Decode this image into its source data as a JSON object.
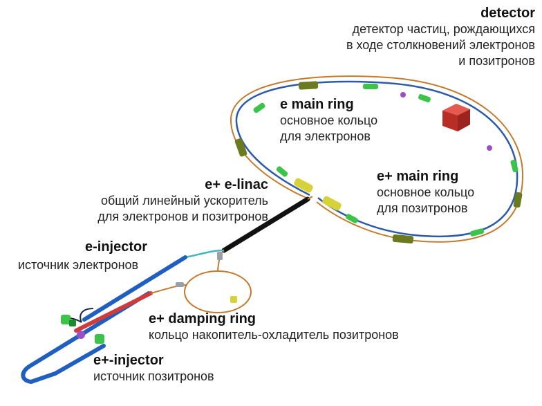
{
  "labels": {
    "detector": {
      "title": "detector",
      "lines": [
        "детектор частиц, рождающихся",
        "в ходе столкновений электронов",
        "и позитронов"
      ]
    },
    "e_main_ring": {
      "title": "e main ring",
      "lines": [
        "основное кольцо",
        "для электронов"
      ]
    },
    "ep_main_ring": {
      "title": "e+ main ring",
      "lines": [
        "основное кольцо",
        "для позитронов"
      ]
    },
    "linac": {
      "title": "e+ e-linac",
      "lines": [
        "общий линейный ускоритель",
        "для электронов и позитронов"
      ]
    },
    "e_injector": {
      "title": "e-injector",
      "lines": [
        "источник электронов"
      ]
    },
    "damping_ring": {
      "title": "e+ damping ring",
      "lines": [
        "кольцо накопитель-охладитель позитронов"
      ]
    },
    "ep_injector": {
      "title": "e+-injector",
      "lines": [
        "источник позитронов"
      ]
    }
  },
  "colors": {
    "electron_beam": "#2c5aa8",
    "positron_beam": "#c47a2c",
    "linac": "#111111",
    "injector_blue": "#1f5fbf",
    "injector_red": "#d03a3a",
    "cyan_line": "#3fb7c3",
    "magnet_green": "#3cc44a",
    "magnet_olive": "#6b7a1e",
    "rf_yellow": "#d8d23a",
    "detector_red": "#d23b33",
    "marker_purple": "#9a4fc8",
    "marker_gray": "#9aa0a8"
  }
}
